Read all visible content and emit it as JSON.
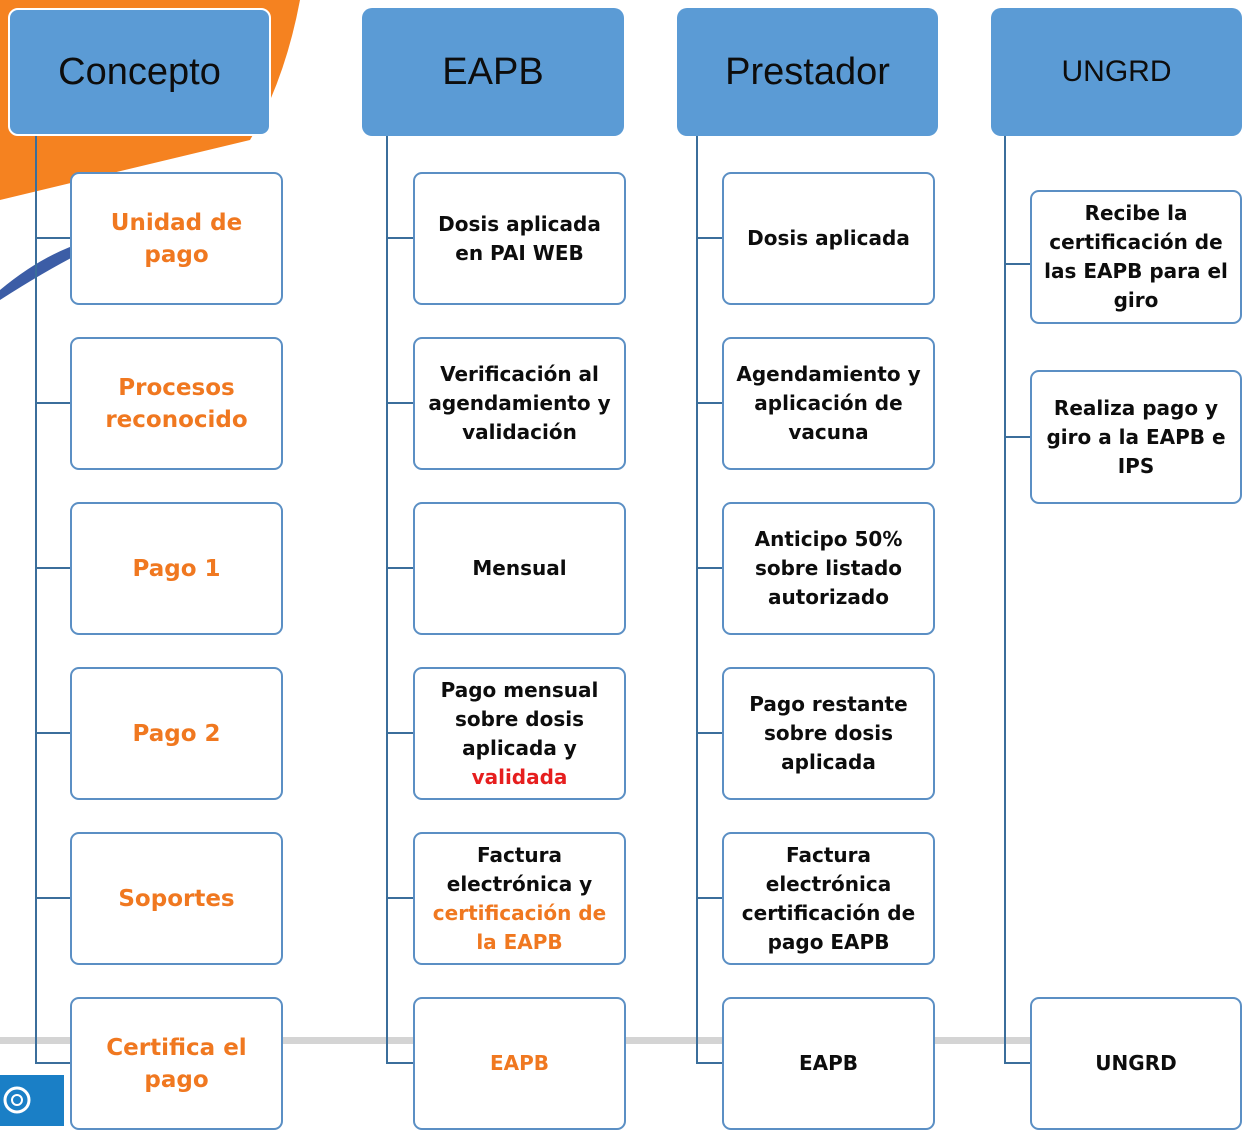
{
  "colors": {
    "header_bg": "#5b9bd5",
    "card_border": "#5b8fc4",
    "connector": "#3b6e9b",
    "concept_text": "#f07820",
    "highlight_red": "#e61e1e",
    "highlight_orange": "#f07820",
    "deco_orange": "#f58220"
  },
  "columns": [
    {
      "header": "Concepto",
      "cards": [
        "Unidad de pago",
        "Procesos reconocido",
        "Pago 1",
        "Pago 2",
        "Soportes",
        "Certifica el pago"
      ]
    },
    {
      "header": "EAPB",
      "cards": [
        "Dosis aplicada en PAI WEB",
        "Verificación al agendamiento y validación",
        "Mensual",
        "Pago mensual sobre dosis aplicada y",
        "Factura electrónica y",
        "EAPB"
      ],
      "highlights": {
        "validada": "validada",
        "certificacion": "certificación de la EAPB"
      }
    },
    {
      "header": "Prestador",
      "cards": [
        "Dosis aplicada",
        "Agendamiento y aplicación de vacuna",
        "Anticipo 50% sobre listado autorizado",
        "Pago restante sobre dosis aplicada",
        "Factura electrónica certificación de pago EAPB",
        "EAPB"
      ]
    },
    {
      "header": "UNGRD",
      "cards": [
        "Recibe la certificación de las EAPB para el giro",
        "Realiza pago y giro a la EAPB e IPS",
        "UNGRD"
      ]
    }
  ]
}
